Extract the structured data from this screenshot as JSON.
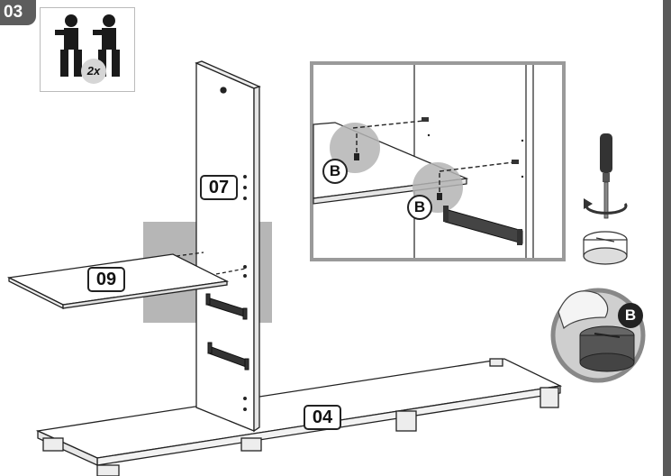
{
  "step": {
    "number": "03"
  },
  "people": {
    "count_label": "2x",
    "icon": "two-person-assembly-icon"
  },
  "parts": {
    "side_panel": "07",
    "shelf": "09",
    "base": "04"
  },
  "callouts": {
    "detail_b_upper": "B",
    "detail_b_lower": "B",
    "cam_b": "B"
  },
  "icons": {
    "screwdriver": "screwdriver-icon",
    "rotate": "rotate-arrow-icon",
    "cam_lock": "cam-lock-icon"
  },
  "colors": {
    "badge": "#5d5d5d",
    "highlight": "#a9a9a9",
    "detail_frame": "#9a9a9a",
    "line": "#222222"
  }
}
